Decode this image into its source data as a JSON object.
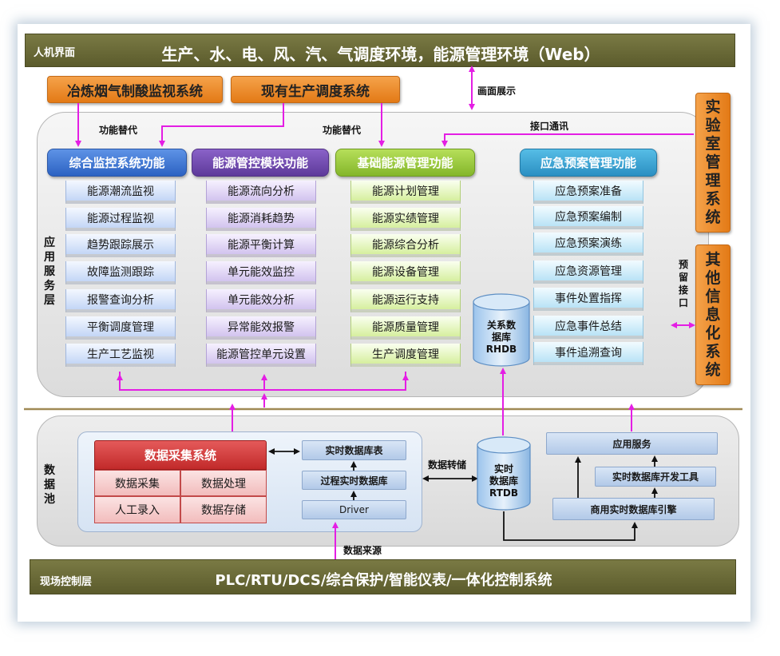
{
  "top": {
    "left_label": "人机界面",
    "title": "生产、水、电、风、汽、气调度环境，能源管理环境（Web）"
  },
  "top_systems": {
    "smelting": "冶炼烟气制酸监视系统",
    "dispatch": "现有生产调度系统"
  },
  "side_systems": {
    "lab": "实验室管理系统",
    "other": "其他信息化系统"
  },
  "labels": {
    "screen_display": "画面展示",
    "replace_1": "功能替代",
    "replace_2": "功能替代",
    "interface_comm": "接口通讯",
    "reserve_interface": "预留接口",
    "app_layer": "应用服务层",
    "data_pool": "数据池",
    "data_transfer": "数据转储",
    "data_source": "数据来源"
  },
  "modules": [
    {
      "title": "综合监控系统功能",
      "items": [
        "能源潮流监视",
        "能源过程监视",
        "趋势跟踪展示",
        "故障监测跟踪",
        "报警查询分析",
        "平衡调度管理",
        "生产工艺监视"
      ]
    },
    {
      "title": "能源管控模块功能",
      "items": [
        "能源流向分析",
        "能源消耗趋势",
        "能源平衡计算",
        "单元能效监控",
        "单元能效分析",
        "异常能效报警",
        "能源管控单元设置"
      ]
    },
    {
      "title": "基础能源管理功能",
      "items": [
        "能源计划管理",
        "能源实绩管理",
        "能源综合分析",
        "能源设备管理",
        "能源运行支持",
        "能源质量管理",
        "生产调度管理"
      ]
    },
    {
      "title": "应急预案管理功能",
      "items": [
        "应急预案准备",
        "应急预案编制",
        "应急预案演练",
        "应急资源管理",
        "事件处置指挥",
        "应急事件总结",
        "事件追溯查询"
      ]
    }
  ],
  "rhdb": {
    "line1": "关系数",
    "line2": "据库",
    "line3": "RHDB"
  },
  "rtdb": {
    "line1": "实时",
    "line2": "数据库",
    "line3": "RTDB"
  },
  "collection": {
    "title": "数据采集系统",
    "cells": [
      "数据采集",
      "数据处理",
      "人工录入",
      "数据存储"
    ],
    "rt_table": "实时数据库表",
    "process_db": "过程实时数据库",
    "driver": "Driver"
  },
  "services": {
    "app_service": "应用服务",
    "dev_tool": "实时数据库开发工具",
    "engine": "商用实时数据库引擎"
  },
  "bottom": {
    "left_label": "现场控制层",
    "title": "PLC/RTU/DCS/综合保护/智能仪表/一体化控制系统"
  }
}
